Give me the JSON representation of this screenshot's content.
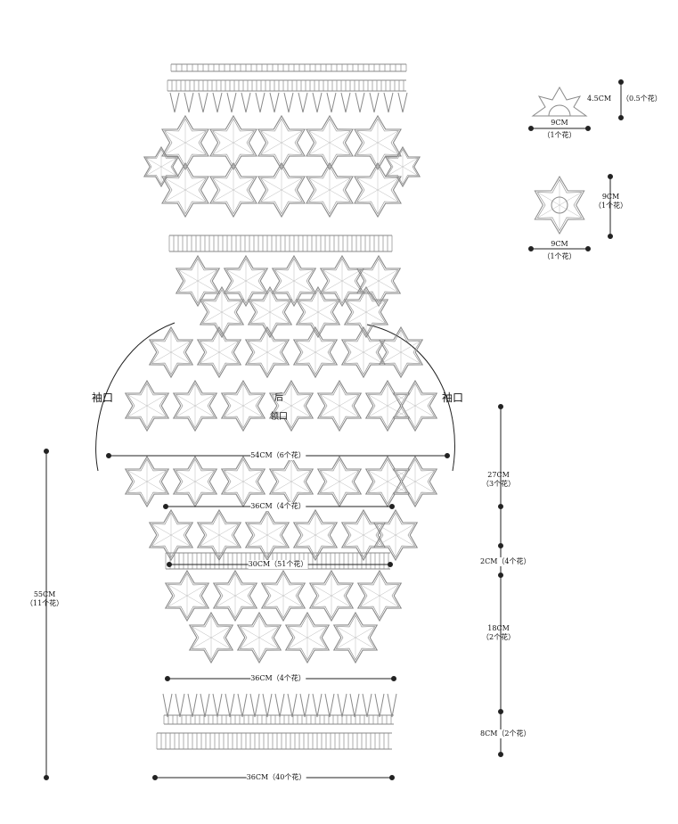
{
  "labels": {
    "sleeve_left": "袖口",
    "sleeve_right": "袖口",
    "back": "后",
    "neckline": "领口"
  },
  "measurements": {
    "width_54": "54CM（6个花）",
    "width_36_top": "36CM（4个花）",
    "width_30": "30CM（51个花）",
    "width_36_lower": "36CM（4个花）",
    "width_36_bottom": "36CM（40个花）",
    "total_55_cm": "55CM",
    "total_55_count": "（11个花）",
    "seg_27_cm": "27CM",
    "seg_27_count": "（3个花）",
    "seg_2": "2CM（4个花）",
    "seg_18_cm": "18CM",
    "seg_18_count": "（2个花）",
    "seg_8": "8CM（2个花）"
  },
  "motifs": {
    "half_height": "4.5CM",
    "half_count": "（0.5个花）",
    "half_width": "9CM",
    "half_width_count": "（1个花）",
    "full_height_cm": "9CM",
    "full_height_count": "（1个花）",
    "full_width": "9CM",
    "full_width_count": "（1个花）"
  },
  "colors": {
    "line": "#222222",
    "stitch": "#8a8a8a"
  }
}
